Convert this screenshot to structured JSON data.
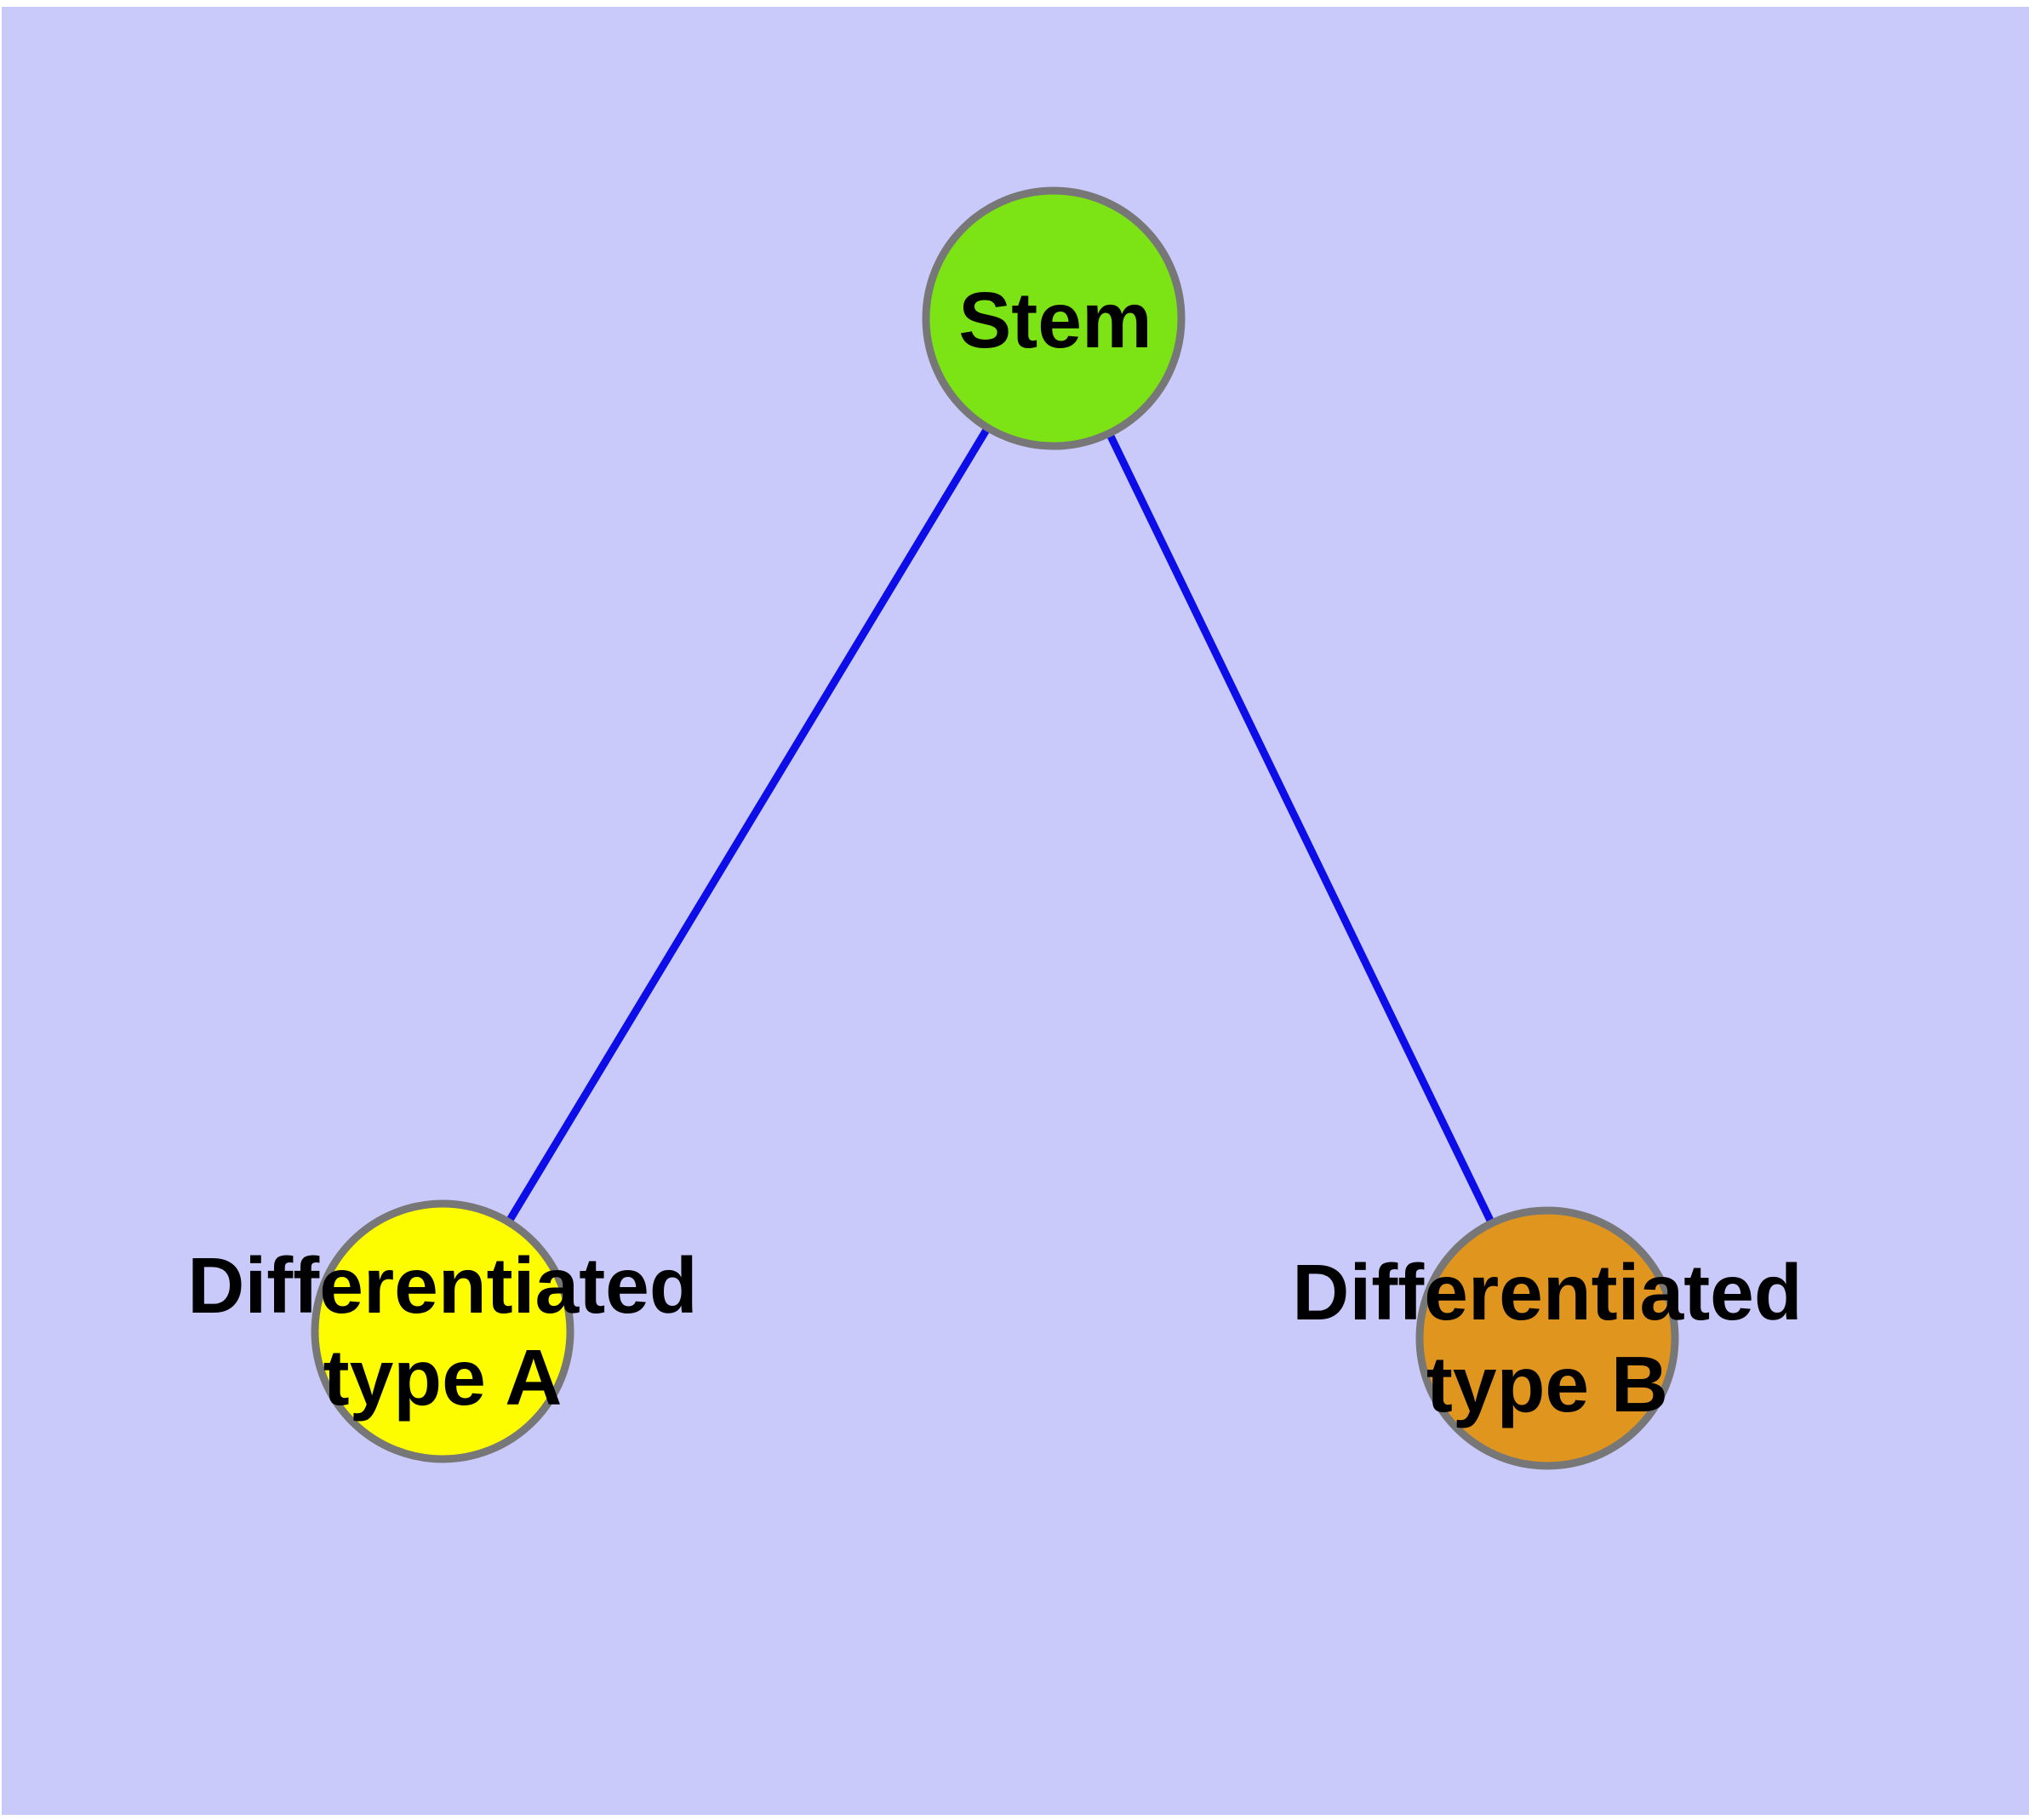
{
  "diagram": {
    "type": "node-link-graph",
    "background_color": "#cacafa",
    "page_color": "#ffffff",
    "edge_color": "#0d0de8",
    "node_border_color": "#777777",
    "nodes": [
      {
        "id": "stem",
        "label": "Stem",
        "label_line1": "Stem",
        "label_line2": "",
        "fill": "#7ce314"
      },
      {
        "id": "differentiated-type-a",
        "label": "Differentiated type A",
        "label_line1": "Differentiated",
        "label_line2": "type A",
        "fill": "#fdfd00"
      },
      {
        "id": "differentiated-type-b",
        "label": "Differentiated type B",
        "label_line1": "Differentiated",
        "label_line2": "type B",
        "fill": "#e0961e"
      }
    ],
    "edges": [
      {
        "from": "Stem",
        "to": "Differentiated type A"
      },
      {
        "from": "Stem",
        "to": "Differentiated type B"
      }
    ]
  }
}
